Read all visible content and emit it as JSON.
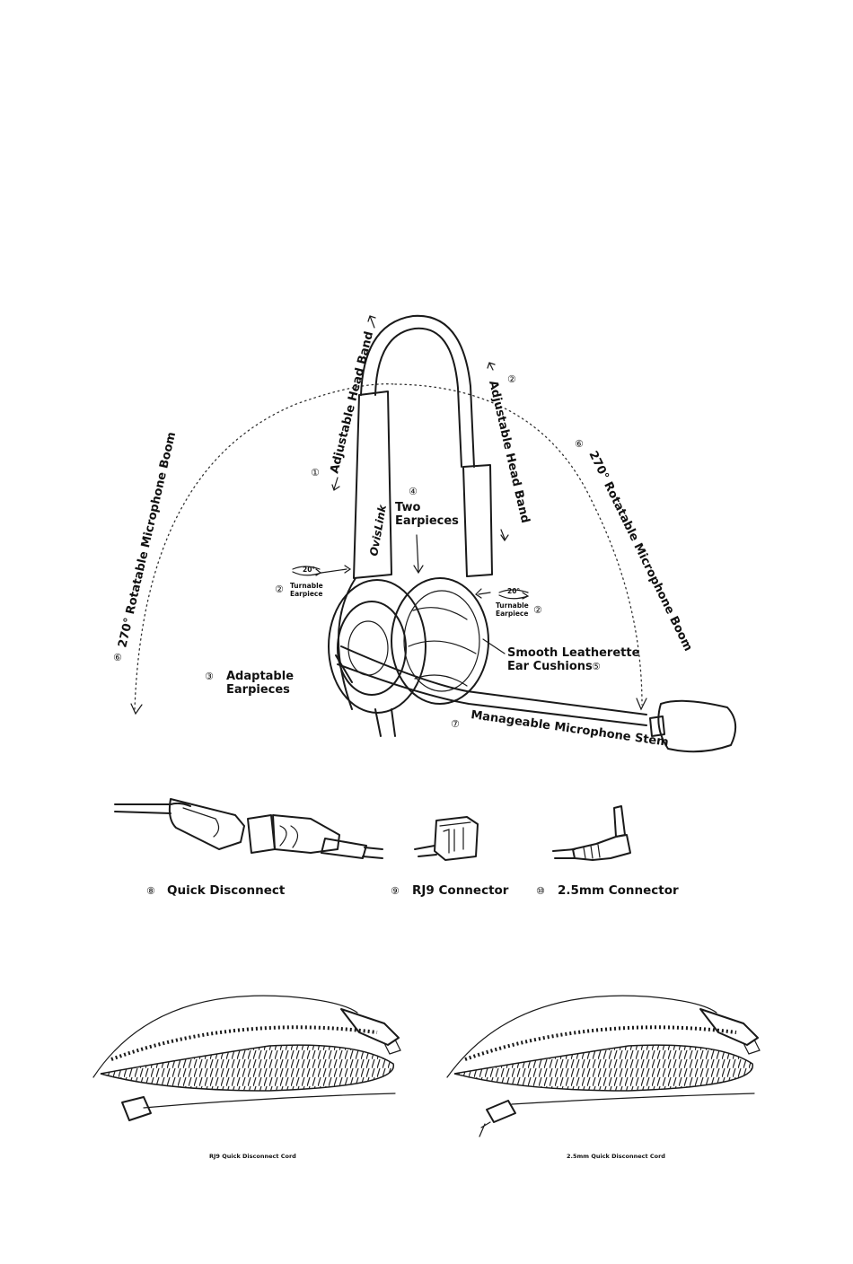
{
  "brand": "OvisLink",
  "callouts": {
    "c1": {
      "num": "①",
      "text": "Adjustable Head Band"
    },
    "c2": {
      "num": "②",
      "text": "Adjustable Head Band"
    },
    "c2_left": {
      "num": "②",
      "angle": "20°",
      "text1": "Turnable",
      "text2": "Earpiece"
    },
    "c2_right": {
      "num": "②",
      "angle": "20°",
      "text1": "Turnable",
      "text2": "Earpiece"
    },
    "c3": {
      "num": "③",
      "line1": "Adaptable",
      "line2": "Earpieces"
    },
    "c4": {
      "num": "④",
      "line1": "Two",
      "line2": "Earpieces"
    },
    "c5": {
      "num": "⑤",
      "line1": "Smooth Leatherette",
      "line2": "Ear Cushions"
    },
    "c6_left": {
      "num": "⑥",
      "text": "270° Rotatable Microphone Boom"
    },
    "c6_right": {
      "num": "⑥",
      "text": "270° Rotatable Microphone Boom"
    },
    "c7": {
      "num": "⑦",
      "text": "Manageable Microphone Stem"
    }
  },
  "connectors": [
    {
      "num": "⑧",
      "label": "Quick Disconnect"
    },
    {
      "num": "⑨",
      "label": "RJ9 Connector"
    },
    {
      "num": "⑩",
      "label": "2.5mm Connector"
    }
  ],
  "cords": [
    {
      "caption": "RJ9 Quick Disconnect Cord"
    },
    {
      "caption": "2.5mm Quick Disconnect Cord"
    }
  ]
}
